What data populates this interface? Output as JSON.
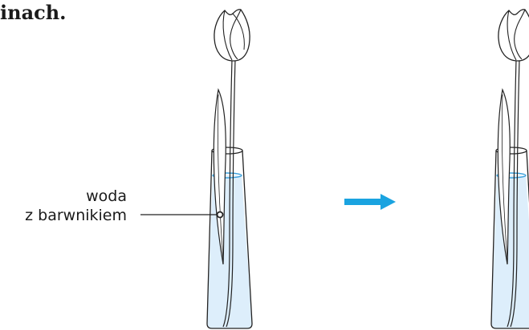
{
  "heading": {
    "text": "inach."
  },
  "callout": {
    "line1": "woda",
    "line2": "z barwnikiem"
  },
  "colors": {
    "water": "#ddeefb",
    "water_surface": "#3aa0dc",
    "arrow": "#1aa3e0",
    "outline": "#222222"
  }
}
